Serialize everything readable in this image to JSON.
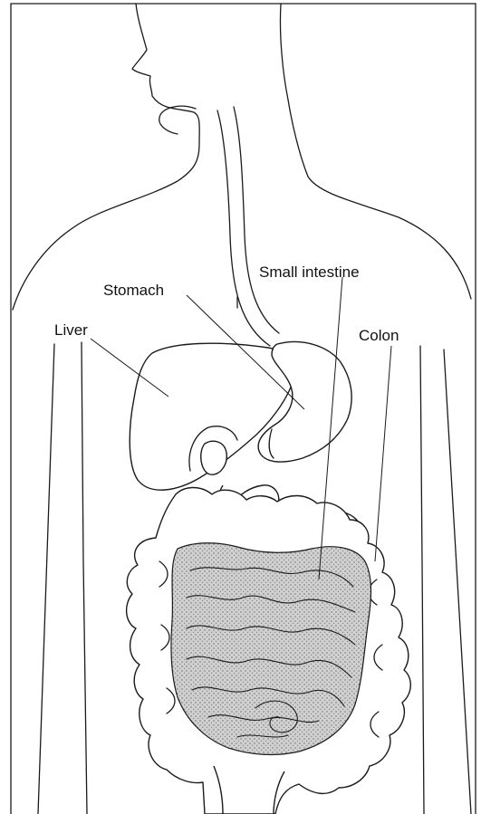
{
  "labels": {
    "liver": "Liver",
    "stomach": "Stomach",
    "small_intestine": "Small intestine",
    "colon": "Colon"
  },
  "colors": {
    "line": "#1a1a1a",
    "stipple": "#8a8a8a",
    "background": "#ffffff"
  }
}
